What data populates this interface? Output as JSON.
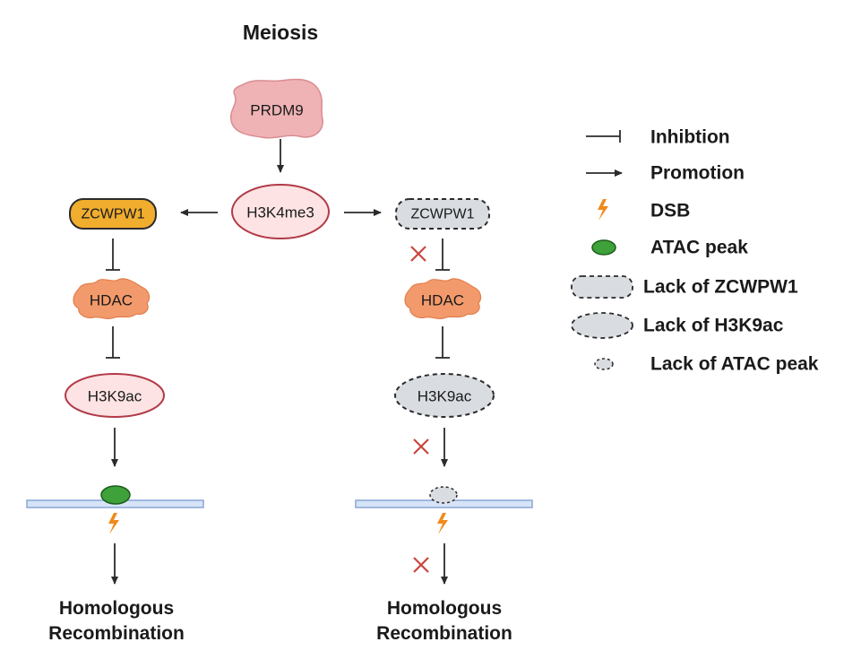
{
  "title": "Meiosis",
  "nodes": {
    "prdm9": "PRDM9",
    "h3k4me3": "H3K4me3",
    "zcwpw1_left": "ZCWPW1",
    "zcwpw1_right": "ZCWPW1",
    "hdac_left": "HDAC",
    "hdac_right": "HDAC",
    "h3k9ac_left": "H3K9ac",
    "h3k9ac_right": "H3K9ac"
  },
  "outcomes": {
    "left_line1": "Homologous",
    "left_line2": "Recombination",
    "right_line1": "Homologous",
    "right_line2": "Recombination"
  },
  "legend": {
    "inhibition": "Inhibtion",
    "promotion": "Promotion",
    "dsb": "DSB",
    "atac_peak": "ATAC peak",
    "lack_zcwpw1": "Lack of ZCWPW1",
    "lack_h3k9ac": "Lack of H3K9ac",
    "lack_atac": "Lack of ATAC peak"
  },
  "colors": {
    "prdm9_fill": "#f0b3b5",
    "h3k4me3_fill": "#fde3e3",
    "h3k4me3_stroke": "#b23a48",
    "zcwpw1_fill": "#f0ad2e",
    "hdac_fill": "#f39a6c",
    "lack_fill": "#d9dde2",
    "atac_fill": "#3ea13a",
    "dsb": "#f08a1c",
    "dna_fill": "#d6e4f7",
    "dna_stroke": "#8aa6d6",
    "cross": "#c8463e"
  }
}
